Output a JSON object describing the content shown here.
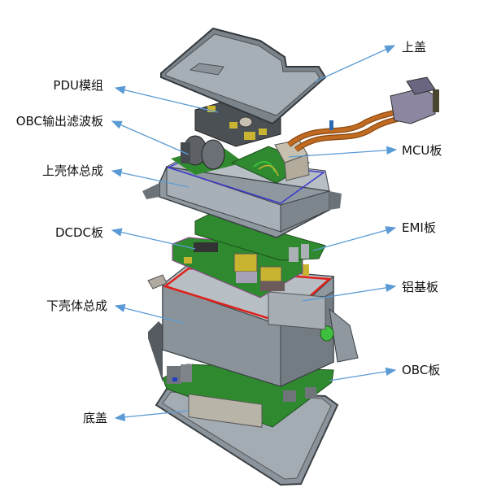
{
  "diagram": {
    "type": "exploded-view",
    "subject": "vehicle power electronics assembly",
    "arrow_color": "#5b9bd5",
    "labels_left": [
      {
        "id": "pdu-module",
        "text": "PDU模组"
      },
      {
        "id": "obc-output-filter-board",
        "text": "OBC输出滤波板"
      },
      {
        "id": "upper-housing-assembly",
        "text": "上壳体总成"
      },
      {
        "id": "dcdc-board",
        "text": "DCDC板"
      },
      {
        "id": "lower-housing-assembly",
        "text": "下壳体总成"
      },
      {
        "id": "bottom-cover",
        "text": "底盖"
      }
    ],
    "labels_right": [
      {
        "id": "top-cover",
        "text": "上盖"
      },
      {
        "id": "mcu-board",
        "text": "MCU板"
      },
      {
        "id": "emi-board",
        "text": "EMI板"
      },
      {
        "id": "aluminum-substrate-board",
        "text": "铝基板"
      },
      {
        "id": "obc-board",
        "text": "OBC板"
      }
    ],
    "colors": {
      "housing": "#9aa3ab",
      "housing_dark": "#6e777f",
      "pcb": "#2f8a2f",
      "cable": "#b5651d",
      "seal_red": "#e0201a",
      "seal_blue": "#3a3ad0",
      "component_yellow": "#c9b431",
      "connector": "#8c86a0"
    }
  }
}
